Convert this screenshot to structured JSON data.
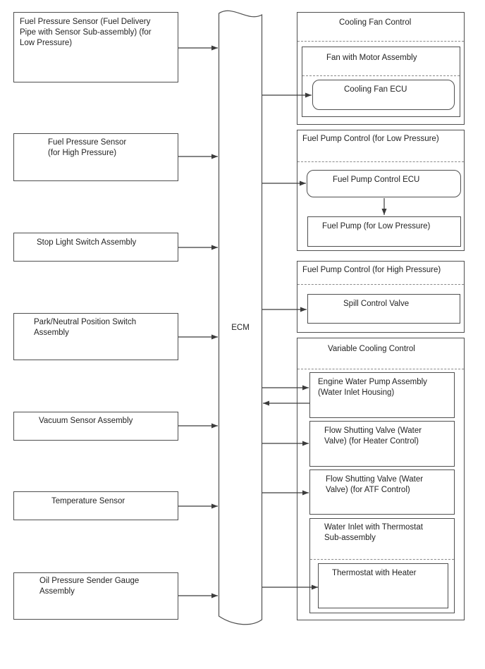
{
  "diagram": {
    "ecm_label": "ECM",
    "left_sensors": [
      {
        "label": "Fuel Pressure Sensor (Fuel Delivery\nPipe with Sensor Sub-assembly) (for\nLow Pressure)"
      },
      {
        "label": "Fuel Pressure Sensor\n(for High Pressure)"
      },
      {
        "label": "Stop Light Switch Assembly"
      },
      {
        "label": "Park/Neutral Position Switch\nAssembly"
      },
      {
        "label": "Vacuum Sensor Assembly"
      },
      {
        "label": "Temperature Sensor"
      },
      {
        "label": "Oil Pressure Sender Gauge\nAssembly"
      }
    ],
    "cooling_fan": {
      "title": "Cooling Fan Control",
      "assembly": "Fan with Motor Assembly",
      "ecu": "Cooling Fan ECU"
    },
    "fuel_pump_low": {
      "title": "Fuel Pump Control (for Low Pressure)",
      "ecu": "Fuel Pump Control ECU",
      "pump": "Fuel Pump (for Low Pressure)"
    },
    "fuel_pump_high": {
      "title": "Fuel Pump Control (for High Pressure)",
      "valve": "Spill Control Valve"
    },
    "variable_cooling": {
      "title": "Variable Cooling Control",
      "water_pump": "Engine Water Pump Assembly\n(Water Inlet Housing)",
      "valve_heater": "Flow Shutting Valve (Water\nValve) (for Heater Control)",
      "valve_atf": "Flow Shutting Valve (Water\nValve) (for ATF Control)",
      "water_inlet": "Water Inlet with Thermostat\nSub-assembly",
      "thermostat": "Thermostat with Heater"
    },
    "arrows": [
      {
        "from": "fuel-pressure-sensor-low",
        "to": "ecm"
      },
      {
        "from": "fuel-pressure-sensor-high",
        "to": "ecm"
      },
      {
        "from": "stop-light-switch-assembly",
        "to": "ecm"
      },
      {
        "from": "park-neutral-position-switch-assembly",
        "to": "ecm"
      },
      {
        "from": "vacuum-sensor-assembly",
        "to": "ecm"
      },
      {
        "from": "temperature-sensor",
        "to": "ecm"
      },
      {
        "from": "oil-pressure-sender-gauge-assembly",
        "to": "ecm"
      },
      {
        "from": "ecm",
        "to": "cooling-fan-ecu"
      },
      {
        "from": "ecm",
        "to": "fuel-pump-control-ecu"
      },
      {
        "from": "fuel-pump-control-ecu",
        "to": "fuel-pump-low"
      },
      {
        "from": "ecm",
        "to": "spill-control-valve"
      },
      {
        "from": "ecm",
        "to": "engine-water-pump-assembly"
      },
      {
        "from": "engine-water-pump-assembly",
        "to": "ecm"
      },
      {
        "from": "ecm",
        "to": "flow-shutting-valve-heater"
      },
      {
        "from": "ecm",
        "to": "flow-shutting-valve-atf"
      },
      {
        "from": "ecm",
        "to": "thermostat-with-heater"
      }
    ],
    "colors": {
      "line": "#4f4f4f",
      "dashed_line": "#8a8a8a",
      "text": "#242424",
      "background": "#ffffff"
    }
  }
}
